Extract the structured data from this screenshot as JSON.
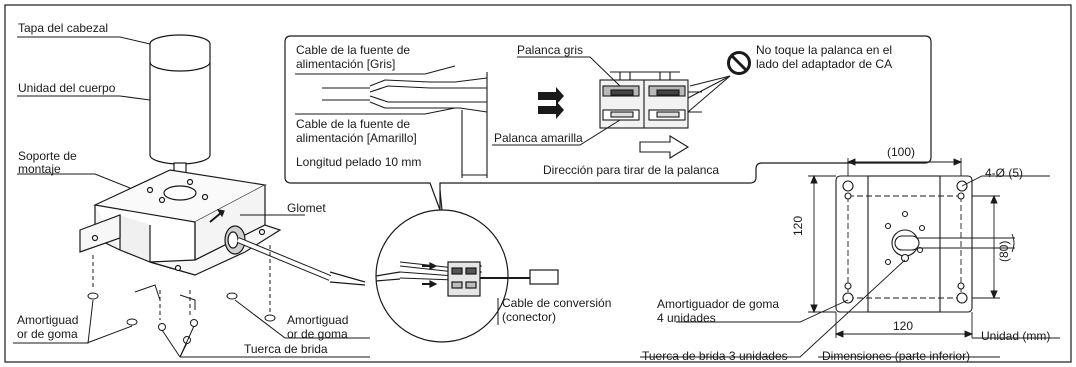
{
  "labels": {
    "head_cap": "Tapa del cabezal",
    "body_unit": "Unidad del cuerpo",
    "mount_bracket_l1": "Soporte de",
    "mount_bracket_l2": "montaje",
    "rubber_damper_left_l1": "Amortiguad",
    "rubber_damper_left_l2": "or de goma",
    "rubber_damper_right_l1": "Amortiguad",
    "rubber_damper_right_l2": "or de goma",
    "flange_nut": "Tuerca de brida",
    "glomet": "Glomet",
    "conversion_cable_l1": "Cable de conversión",
    "conversion_cable_l2": "(conector)"
  },
  "callout": {
    "gray_cable_l1": "Cable de la fuente de",
    "gray_cable_l2": "alimentación [Gris]",
    "yellow_cable_l1": "Cable de la fuente de",
    "yellow_cable_l2": "alimentación [Amarillo]",
    "strip_length": "Longitud pelado 10 mm",
    "gray_lever": "Palanca gris",
    "yellow_lever": "Palanca amarilla",
    "warning_l1": "No toque la palanca en el",
    "warning_l2": "lado del adaptador de CA",
    "pull_direction": "Dirección para tirar de la palanca"
  },
  "dimensions": {
    "width_inner": "(100)",
    "hole_spec": "4-Ø (5)",
    "height_outer": "120",
    "height_inner": "(80)",
    "width_outer": "120",
    "unit": "Unidad (mm)",
    "rubber_damper_count_l1": "Amortiguador de goma",
    "rubber_damper_count_l2": "4 unidades",
    "flange_nut_count": "Tuerca de brida 3 unidades",
    "bottom_view": "Dimensiones (parte inferior)"
  },
  "icons": [
    "prohibition-icon",
    "arrow-right-icon",
    "arrow-outline-right-icon"
  ],
  "colors": {
    "line": "#1a1a1a",
    "light_fill": "#f2f2f2",
    "mid_fill": "#b8b8b8"
  }
}
